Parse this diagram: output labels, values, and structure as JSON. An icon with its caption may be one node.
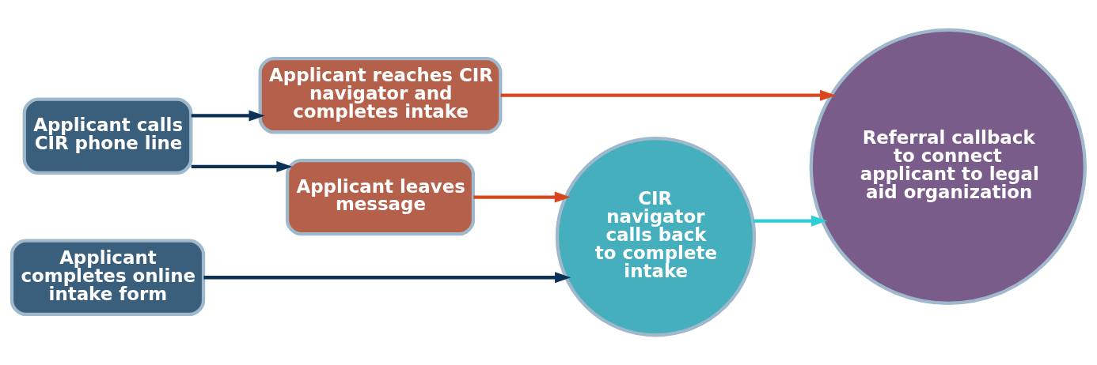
{
  "diagram": {
    "nodes": [
      {
        "text": [
          "Applicant calls CIR phone line"
        ]
      },
      {
        "text": [
          "Applicant reaches CIR navigator and completes intake"
        ]
      },
      {
        "text": [
          "Applicant leaves message"
        ]
      },
      {
        "text": [
          "Applicant completes online intake form"
        ]
      },
      {
        "text": [
          "CIR navigator calls back to complete intake"
        ]
      },
      {
        "text": [
          "Referral callback to connect applicant to legal aid organization"
        ]
      }
    ],
    "edges": [
      {
        "from": 0,
        "to": 1,
        "arrow": "to"
      },
      {
        "from": 0,
        "to": 2,
        "arrow": "to"
      },
      {
        "from": 1,
        "to": 5,
        "arrow": "to",
        "color": "#d9471f"
      },
      {
        "from": 2,
        "to": 4,
        "arrow": "to",
        "color": "#d9471f"
      },
      {
        "from": 3,
        "to": 4,
        "arrow": "to"
      },
      {
        "from": 4,
        "to": 5,
        "arrow": "to",
        "color": "#2ccfd6"
      }
    ]
  }
}
